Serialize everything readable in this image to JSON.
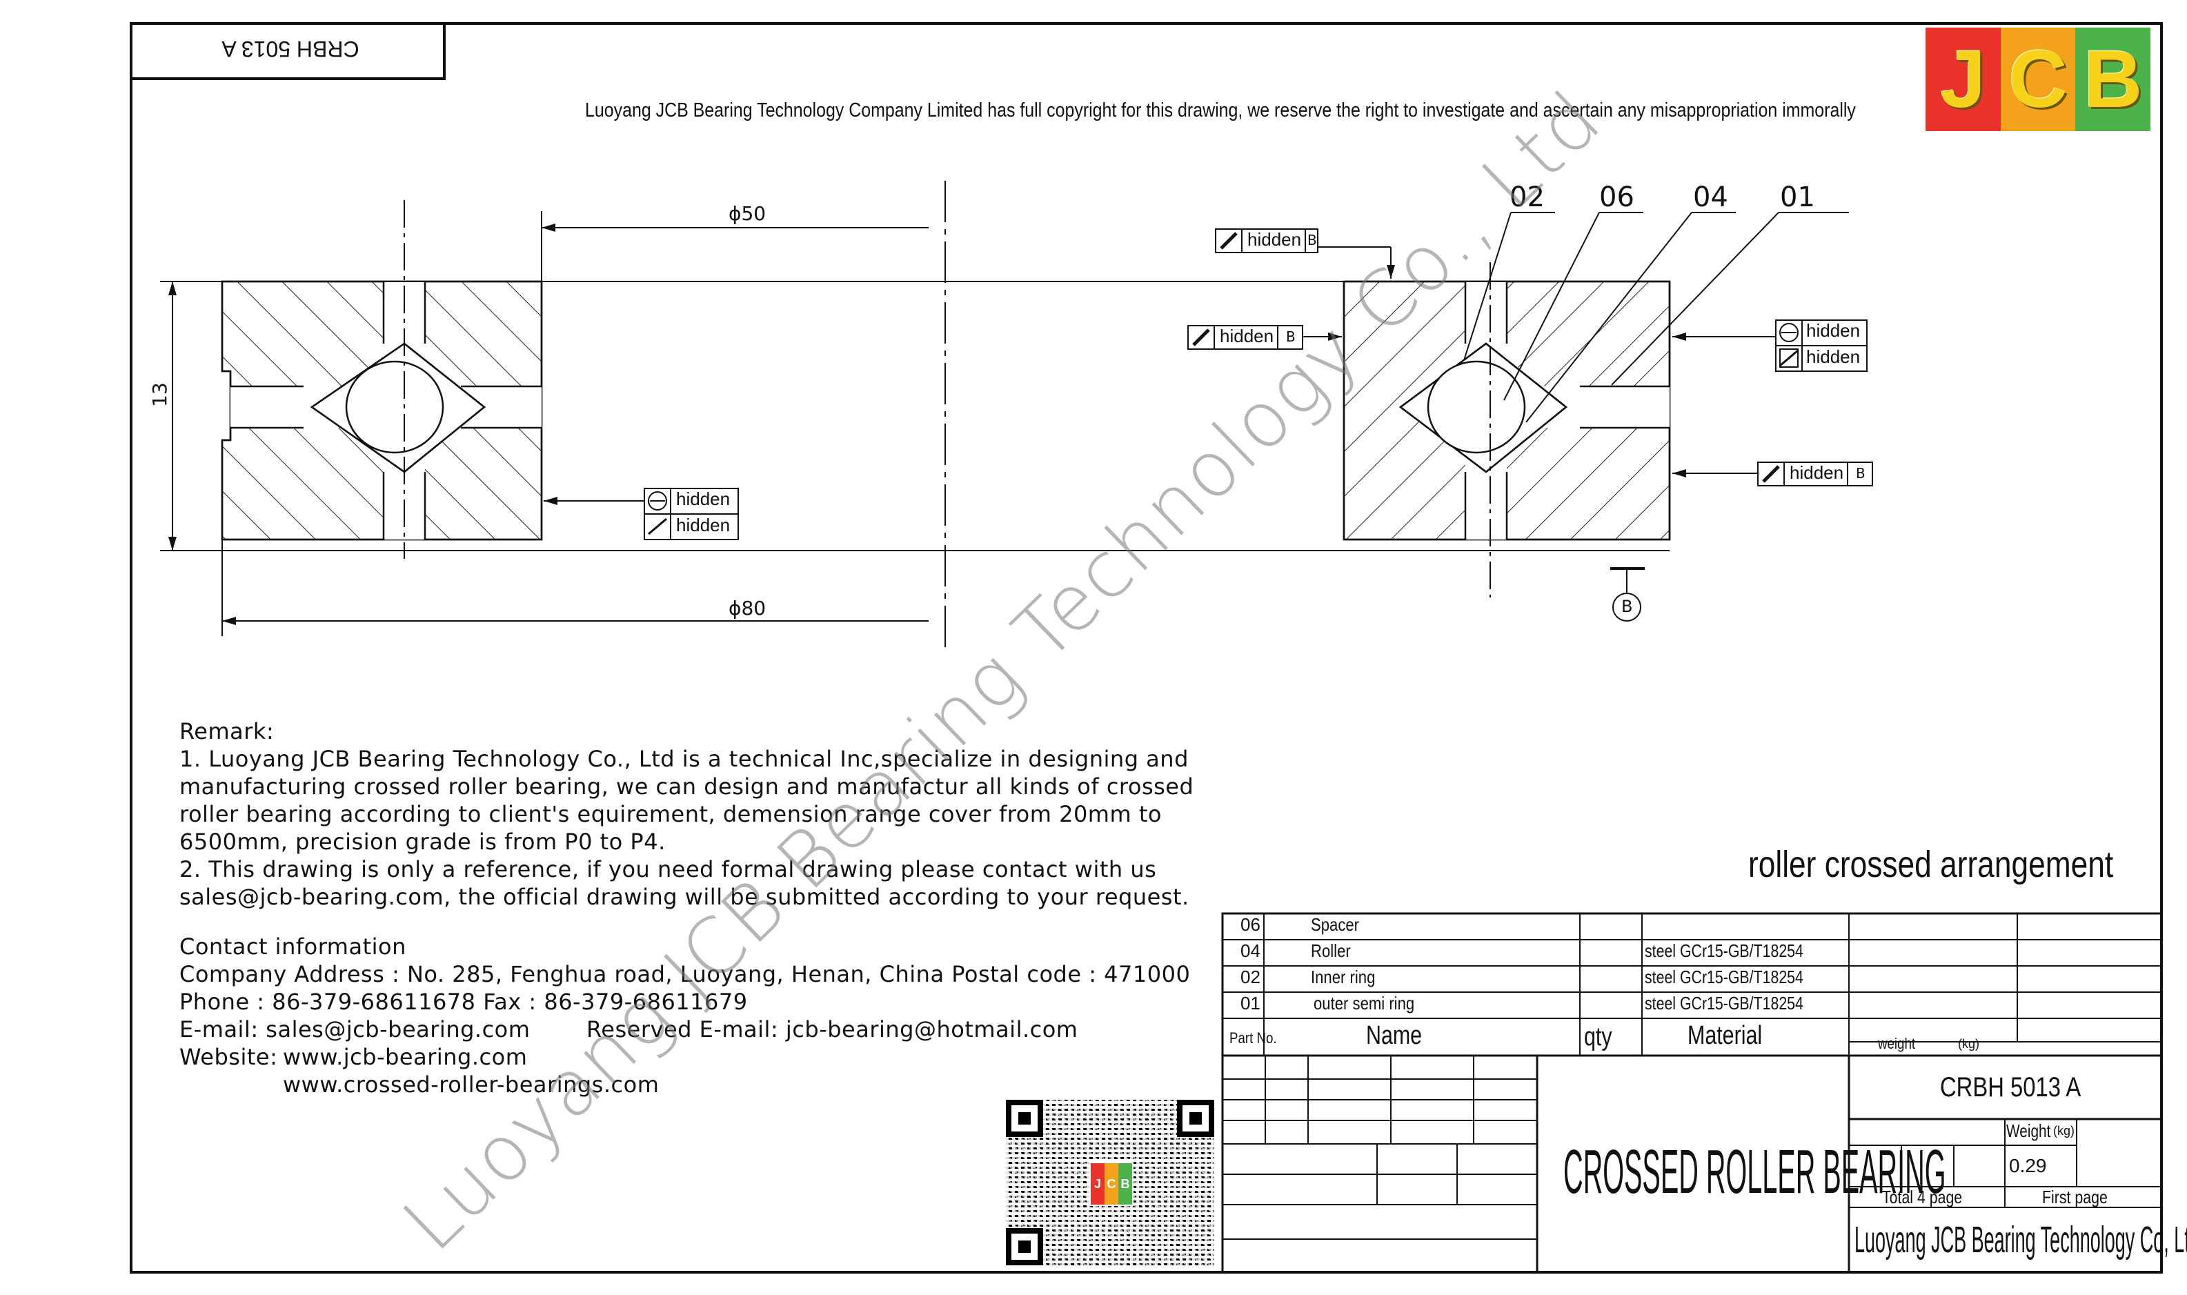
{
  "drawing_number_mirrored": "CRBH 5013 A",
  "copyright": "Luoyang JCB Bearing Technology Company Limited has full copyright for this drawing, we reserve the right to investigate and ascertain any misappropriation immorally",
  "logo_letters": [
    "J",
    "C",
    "B"
  ],
  "logo_colors": [
    "#e8322a",
    "#f4a21c",
    "#4bb34a"
  ],
  "watermark": "Luoyang JCB Bearing Technology Co., Ltd",
  "dimensions": {
    "inner": "ϕ50",
    "outer": "ϕ80",
    "width": "13"
  },
  "part_callouts": [
    "02",
    "06",
    "04",
    "01"
  ],
  "datum_label": "B",
  "symbol_text": "hidden",
  "remark": {
    "title": "Remark:",
    "lines": [
      "1. Luoyang JCB Bearing Technology Co., Ltd is a technical Inc,specialize in designing and",
      "manufacturing crossed roller bearing, we can design and manufactur all kinds of crossed",
      "roller bearing according to client's equirement, demension range cover from 20mm to",
      "6500mm, precision grade is from P0 to P4.",
      "2. This drawing is only a reference, if you need formal drawing please contact with us",
      "sales@jcb-bearing.com, the official drawing will be submitted according to your request."
    ]
  },
  "contact": {
    "title": "Contact information",
    "address": "Company Address :  No. 285, Fenghua road, Luoyang, Henan, China  Postal code : 471000",
    "phone": "Phone : 86-379-68611678 Fax : 86-379-68611679",
    "email": "E-mail: sales@jcb-bearing.com",
    "reserved_email": "Reserved E-mail: jcb-bearing@hotmail.com",
    "website_label": "Website:",
    "website1": "www.jcb-bearing.com",
    "website2": "www.crossed-roller-bearings.com"
  },
  "arrangement": "roller crossed arrangement",
  "parts": [
    {
      "no": "06",
      "name": "Spacer",
      "material": ""
    },
    {
      "no": "04",
      "name": "Roller",
      "material": "steel GCr15-GB/T18254"
    },
    {
      "no": "02",
      "name": "Inner ring",
      "material": "steel GCr15-GB/T18254"
    },
    {
      "no": "01",
      "name": "outer semi ring",
      "material": "steel GCr15-GB/T18254"
    }
  ],
  "headers": {
    "part_no": "Part No.",
    "name": "Name",
    "qty": "qty",
    "material": "Material",
    "weight": "weight",
    "kg": "(kg)"
  },
  "title_block": {
    "product": "CROSSED ROLLER BEARING",
    "model": "CRBH 5013 A",
    "weight_label": "Weight",
    "weight_unit": "(kg)",
    "weight_value": "0.29",
    "total_pages": "Total 4 page",
    "first_page": "First page",
    "company": "Luoyang JCB Bearing Technology Co, Ltd"
  }
}
